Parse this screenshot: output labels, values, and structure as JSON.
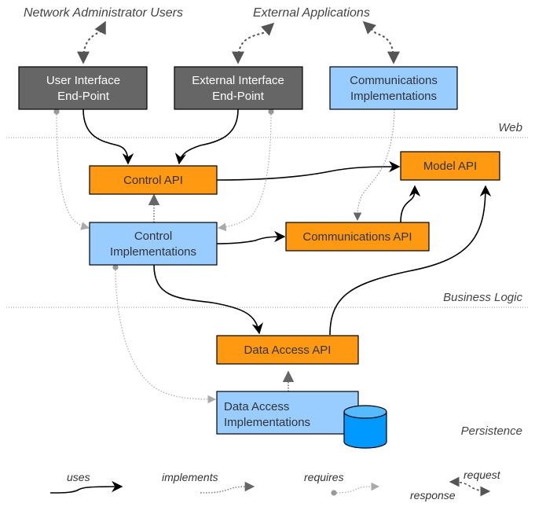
{
  "external_actors": {
    "network_admin_users": "Network Administrator Users",
    "external_applications": "External Applications"
  },
  "layers": {
    "web": "Web",
    "business_logic": "Business Logic",
    "persistence": "Persistence"
  },
  "boxes": {
    "user_interface_endpoint": {
      "line1": "User Interface",
      "line2": "End-Point",
      "kind": "endpoint"
    },
    "external_interface_endpoint": {
      "line1": "External Interface",
      "line2": "End-Point",
      "kind": "endpoint"
    },
    "communications_implementations": {
      "line1": "Communications",
      "line2": "Implementations",
      "kind": "implementation"
    },
    "control_api": {
      "line1": "Control API",
      "kind": "api"
    },
    "model_api": {
      "line1": "Model API",
      "kind": "api"
    },
    "control_implementations": {
      "line1": "Control",
      "line2": "Implementations",
      "kind": "implementation"
    },
    "communications_api": {
      "line1": "Communications API",
      "kind": "api"
    },
    "data_access_api": {
      "line1": "Data Access API",
      "kind": "api"
    },
    "data_access_implementations": {
      "line1": "Data Access",
      "line2": "Implementations",
      "kind": "implementation"
    }
  },
  "colors": {
    "endpoint_fill": "#666666",
    "endpoint_text": "#ffffff",
    "implementation_fill": "#99ccff",
    "api_fill": "#ff9911",
    "box_text": "#333333",
    "database_fill": "#0099ff",
    "database_top": "#55bbff"
  },
  "legend": {
    "uses": "uses",
    "implements": "implements",
    "requires": "requires",
    "request": "request",
    "response": "response"
  }
}
